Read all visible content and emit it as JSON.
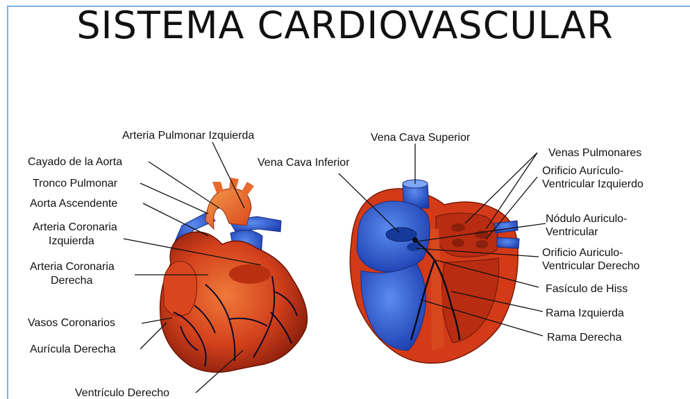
{
  "slide": {
    "title": "SISTEMA CARDIOVASCULAR"
  },
  "exterior_view": {
    "labels": {
      "arteria_pulmonar_izquierda": "Arteria Pulmonar Izquierda",
      "cayado_aorta": "Cayado de la Aorta",
      "tronco_pulmonar": "Tronco Pulmonar",
      "aorta_ascendente": "Aorta Ascendente",
      "coronaria_izquierda_1": "Arteria Coronaria",
      "coronaria_izquierda_2": "Izquierda",
      "coronaria_derecha_1": "Arteria Coronaria",
      "coronaria_derecha_2": "Derecha",
      "vasos_coronarios": "Vasos Coronarios",
      "auricula_derecha": "Aurícula Derecha",
      "ventriculo_derecho": "Ventrículo Derecho"
    }
  },
  "interior_view": {
    "labels": {
      "vena_cava_superior": "Vena Cava Superior",
      "vena_cava_inferior": "Vena Cava Inferior",
      "venas_pulmonares": "Venas Pulmonares",
      "orificio_izq_1": "Orificio Aurículo-",
      "orificio_izq_2": "Ventricular Izquierdo",
      "nodulo_1": "Nódulo Auriculo-",
      "nodulo_2": "Ventricular",
      "orificio_der_1": "Orificio Auriculo-",
      "orificio_der_2": "Ventricular Derecho",
      "fasciculo_hiss": "Fasículo de Hiss",
      "rama_izquierda": "Rama Izquierda",
      "rama_derecha": "Rama Derecha"
    }
  },
  "colors": {
    "muscle": "#c8321a",
    "muscle_light": "#e8612c",
    "blue_vessel": "#2f63d8",
    "vein_dark": "#0a0a2a",
    "frame": "#7fb1e0"
  }
}
